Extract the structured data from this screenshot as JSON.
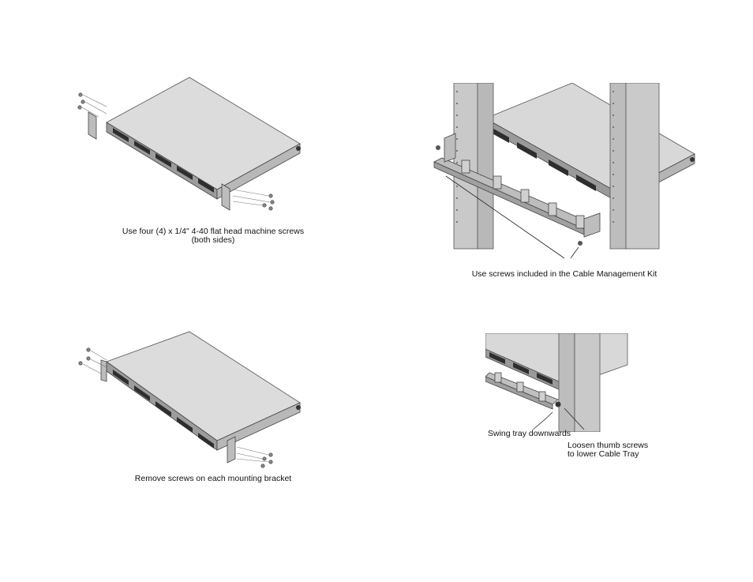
{
  "captions": {
    "top_left_line1": "Use four (4) x 1/4\" 4-40 flat head machine screws",
    "top_left_line2": "(both sides)",
    "top_right": "Use screws included in the Cable Management Kit",
    "bottom_left": "Remove screws on each mounting bracket",
    "swing": "Swing tray downwards",
    "loosen_line1": "Loosen thumb screws",
    "loosen_line2": "to lower Cable Tray"
  },
  "colors": {
    "chassis_top": "#d9d9d9",
    "chassis_front": "#9a9a9a",
    "rack": "#c8c8c8",
    "outline": "#444444"
  },
  "icons": [
    "screw-icon",
    "bracket-icon",
    "rack-rail-icon",
    "cable-tray-icon",
    "arrow-icon"
  ]
}
